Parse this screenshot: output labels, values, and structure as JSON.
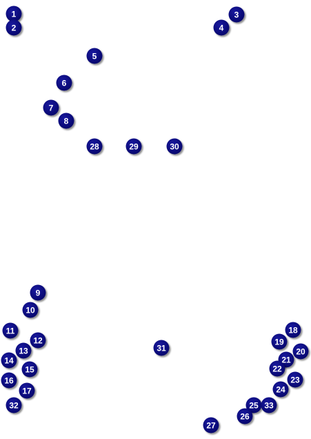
{
  "markers": [
    "1",
    "2",
    "3",
    "4",
    "5",
    "6",
    "7",
    "8",
    "9",
    "10",
    "11",
    "12",
    "13",
    "14",
    "15",
    "16",
    "17",
    "18",
    "19",
    "20",
    "21",
    "22",
    "23",
    "24",
    "25",
    "26",
    "27",
    "28",
    "29",
    "30",
    "31",
    "32",
    "33"
  ],
  "colors": {
    "marker_fill": "#0b0b7a",
    "label": "#ffffff",
    "background": "#ffffff"
  }
}
